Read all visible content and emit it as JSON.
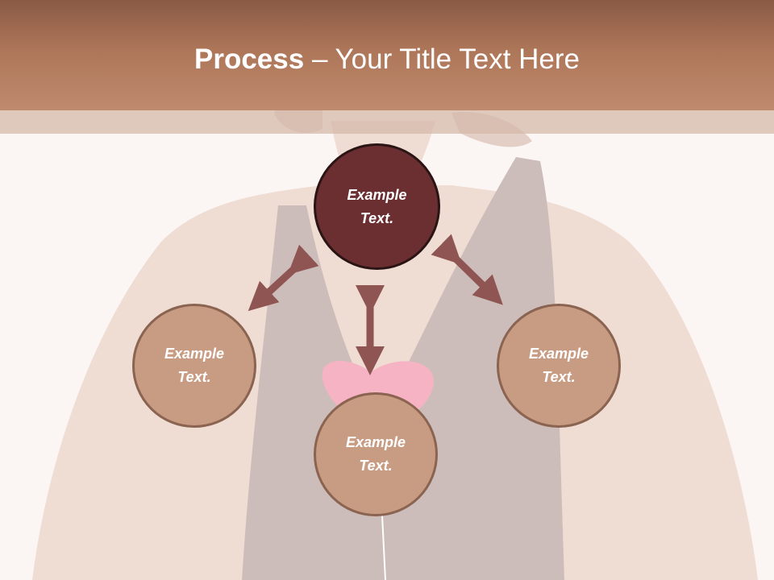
{
  "slide": {
    "title_bold": "Process",
    "title_rest": " – Your Title Text Here"
  },
  "diagram": {
    "center": {
      "label": "Example Text."
    },
    "nodes": [
      {
        "id": "left",
        "label": "Example Text."
      },
      {
        "id": "bottom",
        "label": "Example Text."
      },
      {
        "id": "right",
        "label": "Example Text."
      }
    ]
  },
  "colors": {
    "header_top": "#8a5a45",
    "header_bottom": "#c08a6e",
    "center_fill": "#6b2f32",
    "node_fill": "#c89c82",
    "arrow": "#8f5553"
  }
}
